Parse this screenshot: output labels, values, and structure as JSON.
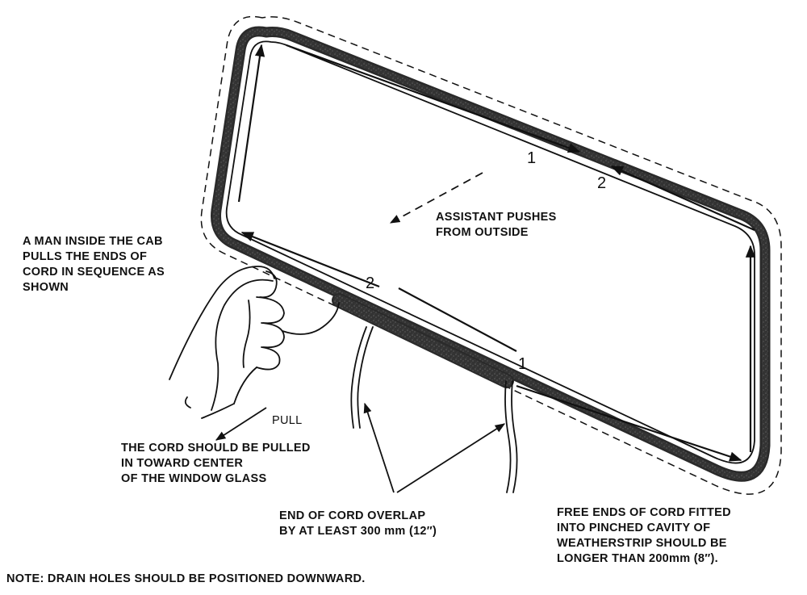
{
  "figure": {
    "assistant_label": "ASSISTANT PUSHES\nFROM OUTSIDE",
    "man_label": "A MAN INSIDE THE CAB\nPULLS THE ENDS OF\nCORD IN SEQUENCE AS\nSHOWN",
    "pull_label": "PULL",
    "cord_center_label": "THE CORD SHOULD BE PULLED\nIN TOWARD CENTER\nOF THE WINDOW GLASS",
    "overlap_label": "END OF CORD OVERLAP\nBY AT LEAST 300 mm (12″)",
    "free_ends_label": "FREE ENDS OF CORD FITTED\nINTO PINCHED CAVITY OF\nWEATHERSTRIP SHOULD BE\nLONGER THAN 200mm (8″).",
    "note": "NOTE: DRAIN HOLES SHOULD BE POSITIONED DOWNWARD.",
    "seq_top_1": "1",
    "seq_top_2": "2",
    "seq_bottom_2": "2",
    "seq_bottom_1": "1"
  }
}
